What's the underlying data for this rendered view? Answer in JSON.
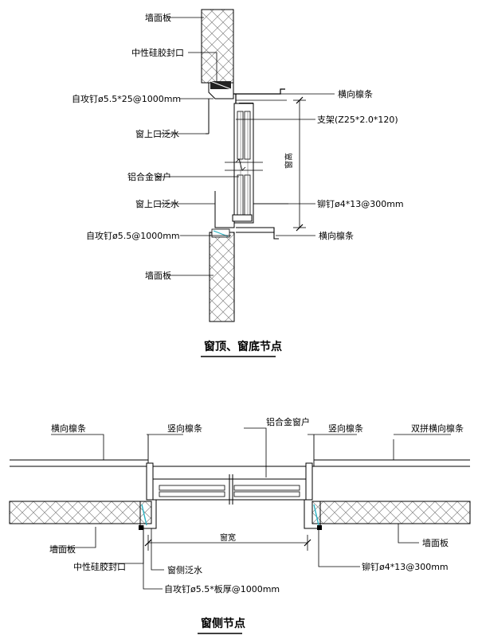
{
  "top_detail": {
    "title": "窗顶、窗底节点",
    "labels": {
      "wall_panel_top": "墙面板",
      "neutral_silicone_seal": "中性硅胶封口",
      "self_tapping_screw_top": "自攻钉ø5.5*25@1000mm",
      "window_head_flashing": "窗上口泛水",
      "horizontal_purlin_top": "横向檩条",
      "bracket": "支架(Z25*2.0*120)",
      "window_height": "窗高",
      "aluminium_window": "铝合金窗户",
      "window_sill_flashing": "窗上口泛水",
      "rivet": "铆钉ø4*13@300mm",
      "self_tapping_screw_bottom": "自攻钉ø5.5@1000mm",
      "horizontal_purlin_bottom": "横向檩条",
      "wall_panel_bottom": "墙面板"
    }
  },
  "side_detail": {
    "title": "窗侧节点",
    "labels": {
      "horizontal_purlin_left": "横向檩条",
      "vertical_purlin_left": "竖向檩条",
      "aluminium_window": "铝合金窗户",
      "vertical_purlin_right": "竖向檩条",
      "double_horizontal_purlin": "双拼横向檩条",
      "wall_panel_left": "墙面板",
      "neutral_silicone_seal": "中性硅胶封口",
      "window_side_flashing": "窗侧泛水",
      "self_tapping_screw": "自攻钉ø5.5*板厚@1000mm",
      "window_width": "窗宽",
      "rivet": "铆钉ø4*13@300mm",
      "wall_panel_right": "墙面板"
    }
  }
}
